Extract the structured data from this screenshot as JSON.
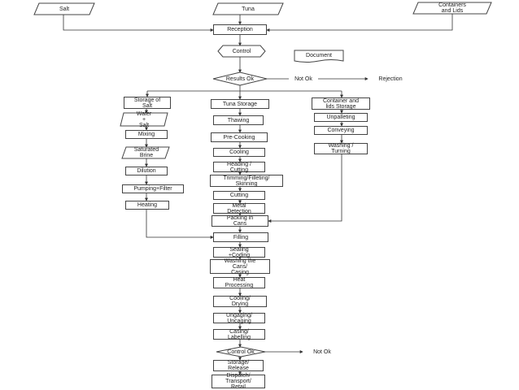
{
  "diagram": {
    "inputs": {
      "salt": "Salt",
      "tuna": "Tuna",
      "containers": "Containers\nand Lids"
    },
    "main": {
      "reception": "Reception",
      "control": "Control",
      "document": "Document",
      "results_ok": "Results Ok",
      "not_ok": "Not Ok",
      "rejection": "Rejection"
    },
    "salt_branch": [
      "Storage of\nSalt",
      "Water\n+\nSalt",
      "Mixing",
      "Saturated\nBrine",
      "Dilution",
      "Pumping+Filter",
      "Heating"
    ],
    "tuna_branch": [
      "Tuna Storage",
      "Thawing",
      "Pre-Cooking",
      "Cooling",
      "Heading /\nCutting",
      "Trimming/Filleting/\nSkinning",
      "Cutting",
      "Metal\nDetection",
      "Packing in\nCans",
      "Filling",
      "Sealing\n+Coding",
      "Washing the\nCans/\nCasing",
      "Heat\nProcessing",
      "Cooling/\nDrying",
      "Ungaging/\nUncaging",
      "Casing/\nLabelling"
    ],
    "container_branch": [
      "Container and\nlids Storage",
      "Unpalleting",
      "Conveying",
      "Washing /\nTurning"
    ],
    "final": {
      "control_ok": "Control Ok",
      "not_ok": "Not Ok",
      "storage": "Storage/\nRelease",
      "dispatch": "Dispatch/\nTransport/\nRetail"
    }
  }
}
